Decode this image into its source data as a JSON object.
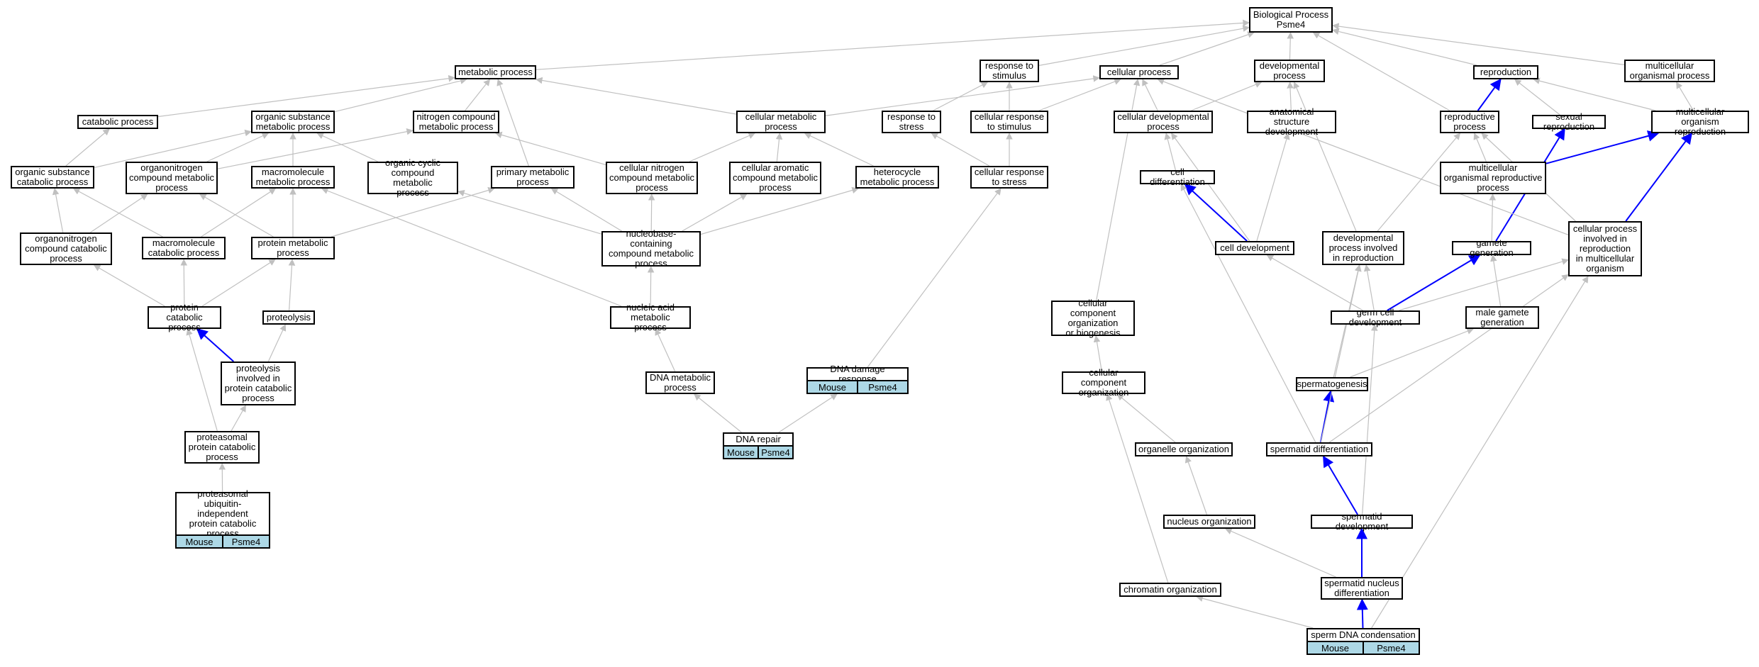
{
  "nodes": [
    {
      "id": "bp",
      "label": "Biological Process\nPsme4"
    },
    {
      "id": "mp",
      "label": "metabolic process"
    },
    {
      "id": "rts",
      "label": "response to\nstimulus"
    },
    {
      "id": "cp",
      "label": "cellular process"
    },
    {
      "id": "dp",
      "label": "developmental\nprocess"
    },
    {
      "id": "rep",
      "label": "reproduction"
    },
    {
      "id": "mop",
      "label": "multicellular\norganismal process"
    },
    {
      "id": "catp",
      "label": "catabolic process"
    },
    {
      "id": "osmp",
      "label": "organic substance\nmetabolic process"
    },
    {
      "id": "ncmp",
      "label": "nitrogen compound\nmetabolic process"
    },
    {
      "id": "cmp",
      "label": "cellular metabolic\nprocess"
    },
    {
      "id": "rtstress",
      "label": "response to\nstress"
    },
    {
      "id": "crs",
      "label": "cellular response\nto stimulus"
    },
    {
      "id": "cdp",
      "label": "cellular developmental\nprocess"
    },
    {
      "id": "asd",
      "label": "anatomical structure\ndevelopment"
    },
    {
      "id": "rp",
      "label": "reproductive\nprocess"
    },
    {
      "id": "sr",
      "label": "sexual reproduction"
    },
    {
      "id": "mor",
      "label": "multicellular\norganism reproduction"
    },
    {
      "id": "oscp",
      "label": "organic substance\ncatabolic process"
    },
    {
      "id": "onmp",
      "label": "organonitrogen\ncompound metabolic\nprocess"
    },
    {
      "id": "macmp",
      "label": "macromolecule\nmetabolic process"
    },
    {
      "id": "ocmp",
      "label": "organic cyclic\ncompound metabolic\nprocess"
    },
    {
      "id": "pmp",
      "label": "primary metabolic\nprocess"
    },
    {
      "id": "cncmp",
      "label": "cellular nitrogen\ncompound metabolic\nprocess"
    },
    {
      "id": "cacmp",
      "label": "cellular aromatic\ncompound metabolic\nprocess"
    },
    {
      "id": "hmp",
      "label": "heterocycle\nmetabolic process"
    },
    {
      "id": "crstress",
      "label": "cellular response\nto stress"
    },
    {
      "id": "cd",
      "label": "cell differentiation"
    },
    {
      "id": "morp",
      "label": "multicellular\norganismal reproductive\nprocess"
    },
    {
      "id": "oncp",
      "label": "organonitrogen\ncompound catabolic\nprocess"
    },
    {
      "id": "maccp",
      "label": "macromolecule\ncatabolic process"
    },
    {
      "id": "protmp",
      "label": "protein metabolic\nprocess"
    },
    {
      "id": "nbcmp",
      "label": "nucleobase-containing\ncompound metabolic\nprocess"
    },
    {
      "id": "celldev",
      "label": "cell development"
    },
    {
      "id": "dpir",
      "label": "developmental\nprocess involved\nin reproduction"
    },
    {
      "id": "gg",
      "label": "gamete generation"
    },
    {
      "id": "cpir",
      "label": "cellular process\ninvolved in\nreproduction\nin multicellular\norganism"
    },
    {
      "id": "protcp",
      "label": "protein catabolic\nprocess"
    },
    {
      "id": "proteolysis",
      "label": "proteolysis"
    },
    {
      "id": "namp",
      "label": "nucleic acid\nmetabolic process"
    },
    {
      "id": "ccob",
      "label": "cellular component\norganization\nor biogenesis"
    },
    {
      "id": "gcd",
      "label": "germ cell development"
    },
    {
      "id": "mgg",
      "label": "male gamete\ngeneration"
    },
    {
      "id": "pipcp",
      "label": "proteolysis\ninvolved in\nprotein catabolic\nprocess"
    },
    {
      "id": "dnamp",
      "label": "DNA metabolic\nprocess"
    },
    {
      "id": "ddr",
      "label": "DNA damage response"
    },
    {
      "id": "cco",
      "label": "cellular component\norganization"
    },
    {
      "id": "sg",
      "label": "spermatogenesis"
    },
    {
      "id": "ppcp",
      "label": "proteasomal\nprotein catabolic\nprocess"
    },
    {
      "id": "dnarep",
      "label": "DNA repair"
    },
    {
      "id": "oo",
      "label": "organelle organization"
    },
    {
      "id": "sdiff",
      "label": "spermatid differentiation"
    },
    {
      "id": "puipcp",
      "label": "proteasomal\nubiquitin-independent\nprotein catabolic\nprocess"
    },
    {
      "id": "no",
      "label": "nucleus organization"
    },
    {
      "id": "sdev",
      "label": "spermatid development"
    },
    {
      "id": "co",
      "label": "chromatin organization"
    },
    {
      "id": "snd",
      "label": "spermatid nucleus\ndifferentiation"
    },
    {
      "id": "sdc",
      "label": "sperm DNA condensation"
    }
  ],
  "annotations": [
    {
      "node": "puipcp",
      "species": "Mouse",
      "gene": "Psme4"
    },
    {
      "node": "ddr",
      "species": "Mouse",
      "gene": "Psme4"
    },
    {
      "node": "dnarep",
      "species": "Mouse",
      "gene": "Psme4"
    },
    {
      "node": "sdc",
      "species": "Mouse",
      "gene": "Psme4"
    }
  ],
  "edges": [
    {
      "from": "mp",
      "to": "bp",
      "style": "gray"
    },
    {
      "from": "rts",
      "to": "bp",
      "style": "gray"
    },
    {
      "from": "cp",
      "to": "bp",
      "style": "gray"
    },
    {
      "from": "dp",
      "to": "bp",
      "style": "gray"
    },
    {
      "from": "rep",
      "to": "bp",
      "style": "gray"
    },
    {
      "from": "mop",
      "to": "bp",
      "style": "gray"
    },
    {
      "from": "rp",
      "to": "bp",
      "style": "gray"
    },
    {
      "from": "catp",
      "to": "mp",
      "style": "gray"
    },
    {
      "from": "osmp",
      "to": "mp",
      "style": "gray"
    },
    {
      "from": "ncmp",
      "to": "mp",
      "style": "gray"
    },
    {
      "from": "cmp",
      "to": "mp",
      "style": "gray"
    },
    {
      "from": "pmp",
      "to": "mp",
      "style": "gray"
    },
    {
      "from": "cmp",
      "to": "cp",
      "style": "gray"
    },
    {
      "from": "crs",
      "to": "rts",
      "style": "gray"
    },
    {
      "from": "rtstress",
      "to": "rts",
      "style": "gray"
    },
    {
      "from": "crs",
      "to": "cp",
      "style": "gray"
    },
    {
      "from": "cdp",
      "to": "cp",
      "style": "gray"
    },
    {
      "from": "cdp",
      "to": "dp",
      "style": "gray"
    },
    {
      "from": "asd",
      "to": "dp",
      "style": "gray"
    },
    {
      "from": "dpir",
      "to": "dp",
      "style": "gray"
    },
    {
      "from": "rp",
      "to": "rep",
      "style": "blue"
    },
    {
      "from": "sr",
      "to": "rep",
      "style": "gray"
    },
    {
      "from": "mor",
      "to": "rep",
      "style": "gray"
    },
    {
      "from": "mor",
      "to": "mop",
      "style": "gray"
    },
    {
      "from": "oscp",
      "to": "catp",
      "style": "gray"
    },
    {
      "from": "oscp",
      "to": "osmp",
      "style": "gray"
    },
    {
      "from": "onmp",
      "to": "osmp",
      "style": "gray"
    },
    {
      "from": "onmp",
      "to": "ncmp",
      "style": "gray"
    },
    {
      "from": "macmp",
      "to": "osmp",
      "style": "gray"
    },
    {
      "from": "ocmp",
      "to": "osmp",
      "style": "gray"
    },
    {
      "from": "cncmp",
      "to": "cmp",
      "style": "gray"
    },
    {
      "from": "cncmp",
      "to": "ncmp",
      "style": "gray"
    },
    {
      "from": "cacmp",
      "to": "cmp",
      "style": "gray"
    },
    {
      "from": "hmp",
      "to": "cmp",
      "style": "gray"
    },
    {
      "from": "crstress",
      "to": "rtstress",
      "style": "gray"
    },
    {
      "from": "crstress",
      "to": "crs",
      "style": "gray"
    },
    {
      "from": "cd",
      "to": "cdp",
      "style": "gray"
    },
    {
      "from": "morp",
      "to": "rp",
      "style": "gray"
    },
    {
      "from": "morp",
      "to": "mor",
      "style": "blue"
    },
    {
      "from": "oncp",
      "to": "oscp",
      "style": "gray"
    },
    {
      "from": "oncp",
      "to": "onmp",
      "style": "gray"
    },
    {
      "from": "maccp",
      "to": "oscp",
      "style": "gray"
    },
    {
      "from": "maccp",
      "to": "macmp",
      "style": "gray"
    },
    {
      "from": "protmp",
      "to": "onmp",
      "style": "gray"
    },
    {
      "from": "protmp",
      "to": "macmp",
      "style": "gray"
    },
    {
      "from": "protmp",
      "to": "pmp",
      "style": "gray"
    },
    {
      "from": "nbcmp",
      "to": "ocmp",
      "style": "gray"
    },
    {
      "from": "nbcmp",
      "to": "cncmp",
      "style": "gray"
    },
    {
      "from": "nbcmp",
      "to": "cacmp",
      "style": "gray"
    },
    {
      "from": "nbcmp",
      "to": "hmp",
      "style": "gray"
    },
    {
      "from": "nbcmp",
      "to": "pmp",
      "style": "gray"
    },
    {
      "from": "celldev",
      "to": "cd",
      "style": "blue"
    },
    {
      "from": "celldev",
      "to": "asd",
      "style": "gray"
    },
    {
      "from": "celldev",
      "to": "cdp",
      "style": "gray"
    },
    {
      "from": "dpir",
      "to": "rp",
      "style": "gray"
    },
    {
      "from": "gg",
      "to": "morp",
      "style": "gray"
    },
    {
      "from": "gg",
      "to": "sr",
      "style": "blue"
    },
    {
      "from": "cpir",
      "to": "rp",
      "style": "gray"
    },
    {
      "from": "cpir",
      "to": "cp",
      "style": "gray"
    },
    {
      "from": "cpir",
      "to": "mor",
      "style": "blue"
    },
    {
      "from": "protcp",
      "to": "oncp",
      "style": "gray"
    },
    {
      "from": "protcp",
      "to": "maccp",
      "style": "gray"
    },
    {
      "from": "protcp",
      "to": "protmp",
      "style": "gray"
    },
    {
      "from": "proteolysis",
      "to": "protmp",
      "style": "gray"
    },
    {
      "from": "namp",
      "to": "nbcmp",
      "style": "gray"
    },
    {
      "from": "namp",
      "to": "macmp",
      "style": "gray"
    },
    {
      "from": "ccob",
      "to": "cp",
      "style": "gray"
    },
    {
      "from": "gcd",
      "to": "celldev",
      "style": "gray"
    },
    {
      "from": "gcd",
      "to": "dpir",
      "style": "gray"
    },
    {
      "from": "gcd",
      "to": "gg",
      "style": "blue"
    },
    {
      "from": "gcd",
      "to": "cpir",
      "style": "gray"
    },
    {
      "from": "mgg",
      "to": "gg",
      "style": "gray"
    },
    {
      "from": "pipcp",
      "to": "protcp",
      "style": "blue"
    },
    {
      "from": "pipcp",
      "to": "proteolysis",
      "style": "gray"
    },
    {
      "from": "dnamp",
      "to": "namp",
      "style": "gray"
    },
    {
      "from": "ddr",
      "to": "crstress",
      "style": "gray"
    },
    {
      "from": "cco",
      "to": "ccob",
      "style": "gray"
    },
    {
      "from": "sg",
      "to": "mgg",
      "style": "gray"
    },
    {
      "from": "sg",
      "to": "dpir",
      "style": "gray"
    },
    {
      "from": "ppcp",
      "to": "pipcp",
      "style": "gray"
    },
    {
      "from": "ppcp",
      "to": "protcp",
      "style": "gray"
    },
    {
      "from": "dnarep",
      "to": "dnamp",
      "style": "gray"
    },
    {
      "from": "dnarep",
      "to": "ddr",
      "style": "gray"
    },
    {
      "from": "oo",
      "to": "cco",
      "style": "gray"
    },
    {
      "from": "sdiff",
      "to": "sg",
      "style": "blue"
    },
    {
      "from": "sdiff",
      "to": "cd",
      "style": "gray"
    },
    {
      "from": "sdiff",
      "to": "dpir",
      "style": "gray"
    },
    {
      "from": "sdiff",
      "to": "cpir",
      "style": "gray"
    },
    {
      "from": "puipcp",
      "to": "ppcp",
      "style": "gray"
    },
    {
      "from": "no",
      "to": "oo",
      "style": "gray"
    },
    {
      "from": "sdev",
      "to": "sdiff",
      "style": "blue"
    },
    {
      "from": "sdev",
      "to": "gcd",
      "style": "gray"
    },
    {
      "from": "co",
      "to": "cco",
      "style": "gray"
    },
    {
      "from": "snd",
      "to": "sdev",
      "style": "blue"
    },
    {
      "from": "snd",
      "to": "no",
      "style": "gray"
    },
    {
      "from": "sdc",
      "to": "snd",
      "style": "blue"
    },
    {
      "from": "sdc",
      "to": "co",
      "style": "gray"
    },
    {
      "from": "sdc",
      "to": "cpir",
      "style": "gray"
    }
  ],
  "colors": {
    "edge_gray": "#c0c0c0",
    "edge_blue": "#0000ff",
    "annotation_fill": "#add8e6",
    "node_border": "#000000"
  }
}
